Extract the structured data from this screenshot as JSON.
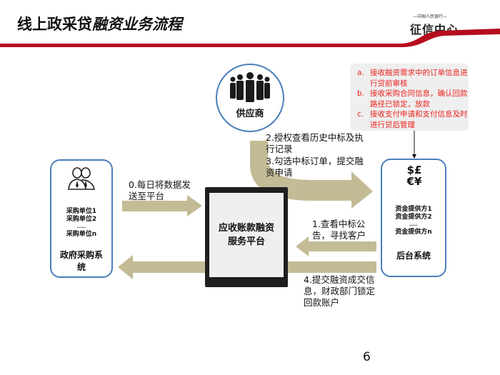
{
  "header": {
    "title_plain": "线上政采贷",
    "title_italic": "融资业务流程",
    "logo_subtitle": "—中国人民银行—",
    "logo_text": "征信中心"
  },
  "notes": [
    {
      "marker": "a.",
      "text": "接收融资需求中的订单信息进行贷前审核"
    },
    {
      "marker": "b.",
      "text": "接收采购合同信息，确认回款路径已锁定，放款"
    },
    {
      "marker": "c.",
      "text": "接收支付申请和支付信息及时进行贷后管理"
    }
  ],
  "supplier": {
    "label": "供应商"
  },
  "government": {
    "units": [
      "采购单位1",
      "采购单位2",
      "……",
      "采购单位n"
    ],
    "label": "政府采购系统"
  },
  "platform": {
    "label": "应收账款融资服务平台"
  },
  "backend": {
    "providers": [
      "资金提供方1",
      "资金提供方2",
      "……",
      "资金提供方n"
    ],
    "label": "后台系统"
  },
  "steps": {
    "step0": "0.每日将数据发送至平台",
    "step1": "1.查看中标公告，寻找客户",
    "step2": "2.授权查看历史中标及执行记录",
    "step3": "3.勾选中标订单，提交融资申请",
    "step4": "4.提交融资成交信息，财政部门锁定回款账户"
  },
  "page_number": "6",
  "colors": {
    "accent_red": "#b50d1e",
    "box_border": "#4a7ebb",
    "arrow": "#c3bb95",
    "note_text": "#e8231d"
  }
}
